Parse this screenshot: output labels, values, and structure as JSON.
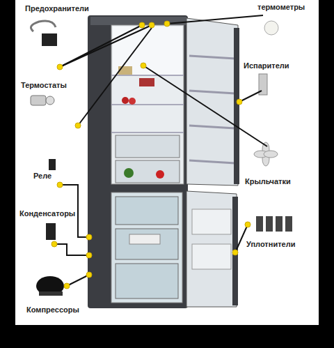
{
  "diagram": {
    "labels": [
      "Предохранители",
      "термометры",
      "Термостаты",
      "Испарители",
      "Реле",
      "Крыльчатки",
      "Конденсаторы",
      "Уплотнители",
      "Компрессоры"
    ]
  }
}
